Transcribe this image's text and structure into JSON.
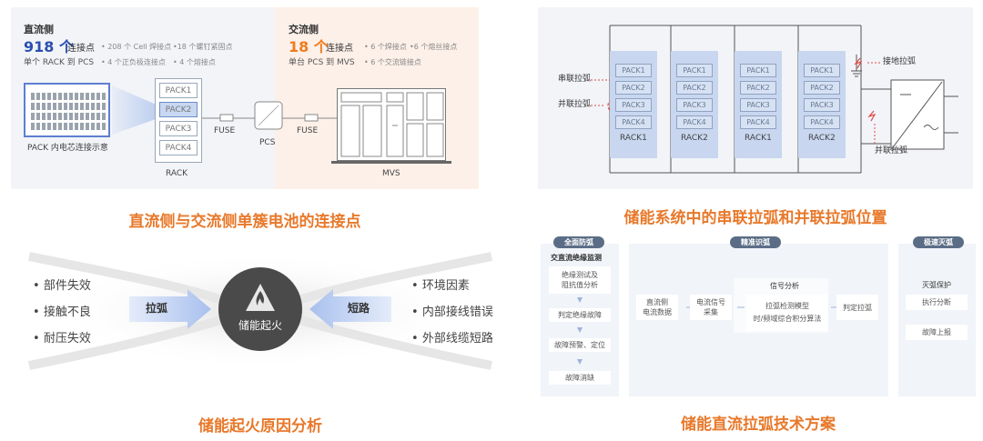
{
  "panel1": {
    "dc_title": "直流侧",
    "dc_count": "918 个",
    "dc_count_unit": "连接点",
    "dc_sub": "单个 RACK 到 PCS",
    "dc_notes": [
      "• 208 个 Cell 焊接点",
      "•18 个螺钉紧固点",
      "• 4 个正负极连接点",
      "• 4 个熔接点"
    ],
    "ac_title": "交流侧",
    "ac_count": "18 个",
    "ac_count_unit": "连接点",
    "ac_sub": "单台 PCS 到 MVS",
    "ac_notes": [
      "• 6 个焊接点",
      "•6 个熔丝接点",
      "• 6 个交流链接点"
    ],
    "pack_caption": "PACK 内电芯连接示意",
    "packs": [
      "PACK1",
      "PACK2",
      "PACK3",
      "PACK4"
    ],
    "rack_label": "RACK",
    "fuse1": "FUSE",
    "pcs": "PCS",
    "fuse2": "FUSE",
    "mvs": "MVS",
    "caption": "直流侧与交流侧单簇电池的连接点"
  },
  "panel2": {
    "racks": [
      {
        "packs": [
          "PACK1",
          "PACK2",
          "PACK3",
          "PACK4"
        ],
        "label": "RACK1"
      },
      {
        "packs": [
          "PACK1",
          "PACK2",
          "PACK3",
          "PACK4"
        ],
        "label": "RACK2"
      },
      {
        "packs": [
          "PACK1",
          "PACK2",
          "PACK3",
          "PACK4"
        ],
        "label": "RACK1"
      },
      {
        "packs": [
          "PACK1",
          "PACK2",
          "PACK3",
          "PACK4"
        ],
        "label": "RACK2"
      }
    ],
    "series_arc": "串联拉弧",
    "parallel_arc": "并联拉弧",
    "ground_arc": "接地拉弧",
    "parallel_arc2": "并联拉弧",
    "caption": "储能系统中的串联拉弧和并联拉弧位置"
  },
  "panel3": {
    "left_items": [
      "部件失效",
      "接触不良",
      "耐压失效"
    ],
    "right_items": [
      "环境因素",
      "内部接线错误",
      "外部线缆短路"
    ],
    "left_arrow": "拉弧",
    "right_arrow": "短路",
    "center": "储能起火",
    "caption": "储能起火原因分析"
  },
  "panel4": {
    "pill1": "全面防弧",
    "pill2": "精准识弧",
    "pill3": "极速灭弧",
    "col1_title": "交直流绝缘监测",
    "col1_steps": [
      "绝缘测试及\n阻抗值分析",
      "判定绝缘故障",
      "故障预警、定位",
      "故障消缺"
    ],
    "col2_boxes": [
      "直流侧\n电流数据",
      "电流信号\n采集",
      "判定拉弧"
    ],
    "signal_title": "信号分析",
    "signal_box": "拉弧检测模型\n时/频域综合积分算法",
    "col3_title": "灭弧保护",
    "col3_steps": [
      "执行分断",
      "故障上报"
    ],
    "caption": "储能直流拉弧技术方案"
  },
  "colors": {
    "accent": "#e8792b",
    "blue": "#2b4fb0",
    "orange": "#f07c1e"
  }
}
